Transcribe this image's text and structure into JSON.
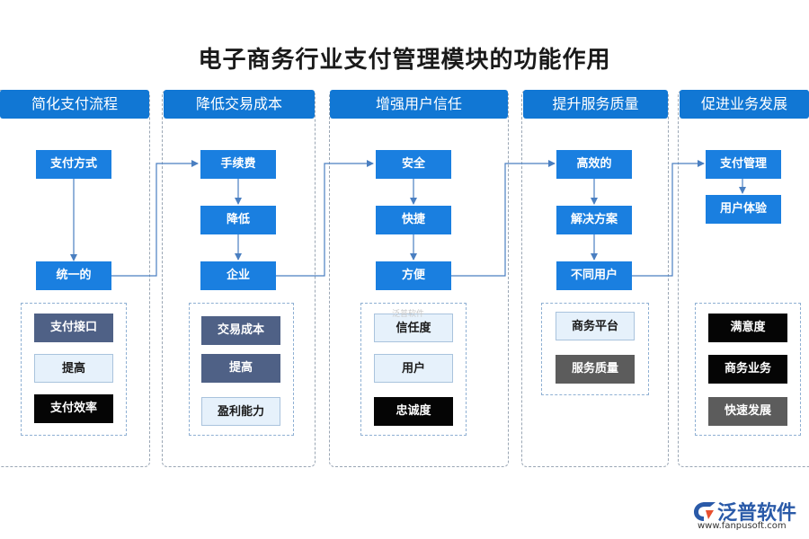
{
  "title": "电子商务行业支付管理模块的功能作用",
  "columns": [
    {
      "header": "简化支付流程",
      "nodes": [
        "支付方式",
        "统一的"
      ],
      "items": [
        {
          "label": "支付接口",
          "style": "slate"
        },
        {
          "label": "提高",
          "style": "pale"
        },
        {
          "label": "支付效率",
          "style": "black"
        }
      ]
    },
    {
      "header": "降低交易成本",
      "nodes": [
        "手续费",
        "降低",
        "企业"
      ],
      "items": [
        {
          "label": "交易成本",
          "style": "slate"
        },
        {
          "label": "提高",
          "style": "slate"
        },
        {
          "label": "盈利能力",
          "style": "pale"
        }
      ]
    },
    {
      "header": "增强用户信任",
      "nodes": [
        "安全",
        "快捷",
        "方便"
      ],
      "items": [
        {
          "label": "信任度",
          "style": "pale"
        },
        {
          "label": "用户",
          "style": "pale"
        },
        {
          "label": "忠诚度",
          "style": "black"
        }
      ]
    },
    {
      "header": "提升服务质量",
      "nodes": [
        "高效的",
        "解决方案",
        "不同用户"
      ],
      "items": [
        {
          "label": "商务平台",
          "style": "pale"
        },
        {
          "label": "服务质量",
          "style": "gray"
        }
      ]
    },
    {
      "header": "促进业务发展",
      "nodes": [
        "支付管理",
        "用户体验"
      ],
      "items": [
        {
          "label": "满意度",
          "style": "black"
        },
        {
          "label": "商务业务",
          "style": "black"
        },
        {
          "label": "快速发展",
          "style": "gray"
        }
      ]
    }
  ],
  "logo": {
    "name": "泛普软件",
    "url": "www.fanpusoft.com",
    "watermark": "泛普软件"
  },
  "colors": {
    "header": "#1177d4",
    "node": "#1a7fe0",
    "arrow": "#4a7fc1"
  }
}
